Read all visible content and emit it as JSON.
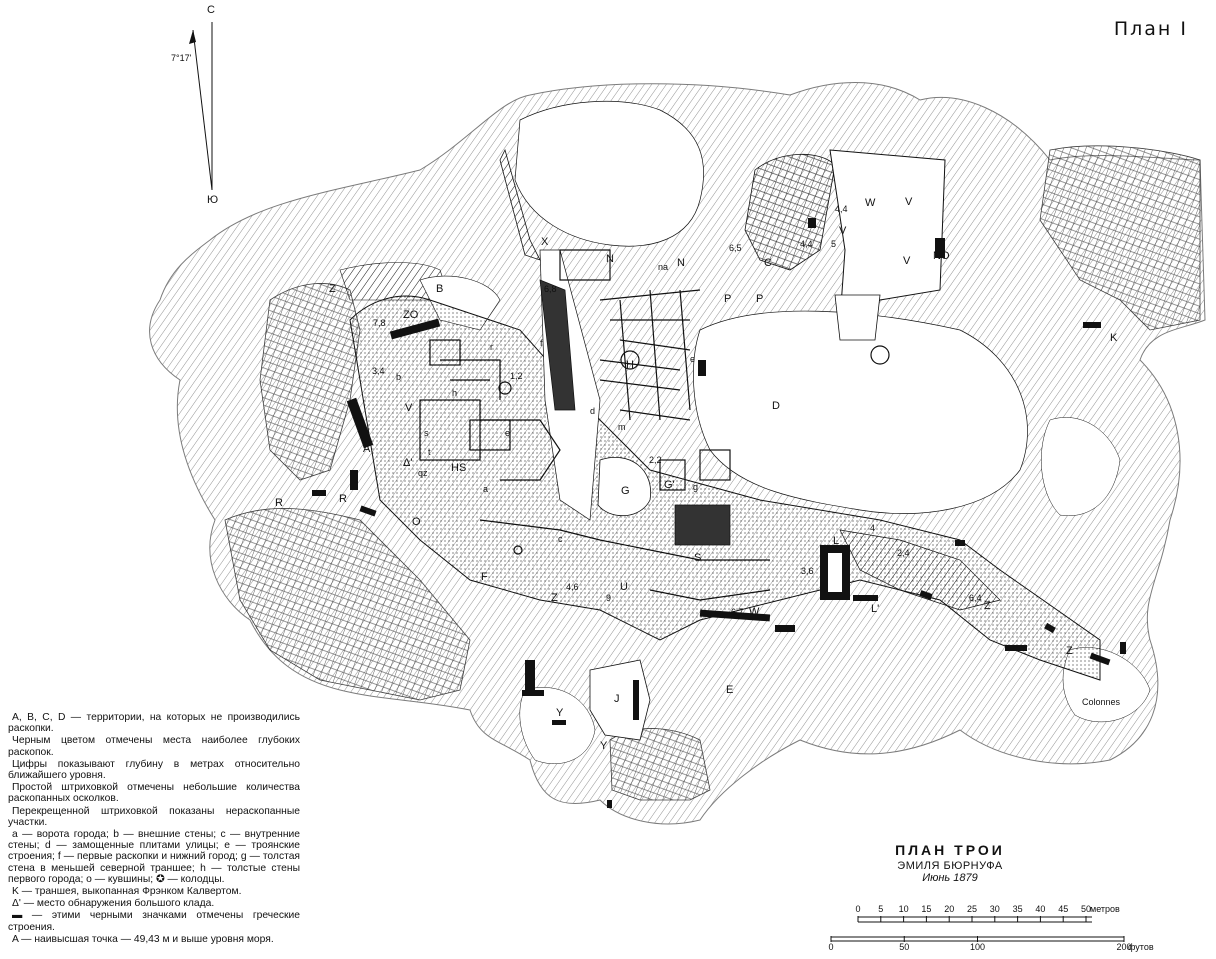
{
  "plate": {
    "label": "План I"
  },
  "compass": {
    "north": "С",
    "south": "Ю",
    "declination": "7°17'"
  },
  "title_block": {
    "title": "ПЛАН ТРОИ",
    "author": "ЭМИЛЯ БЮРНУФА",
    "date": "Июнь 1879"
  },
  "legend": [
    "A, B, C, D — территории, на которых не производились раскопки.",
    "Черным цветом отмечены места наиболее глубоких раскопок.",
    "Цифры показывают глубину в метрах относительно ближайшего уровня.",
    "Простой штриховкой отмечены небольшие количества раскопанных осколков.",
    "Перекрещенной штриховкой показаны нераскопанные участки.",
    "a — ворота города; b — внешние стены; c — внутренние стены; d — замощенные плитами улицы; e — троянские строения; f — первые раскопки и нижний город; g — толстая стена в меньшей северной траншее; h — толстые стены первого города; o — кувшины; ✪ — колодцы.",
    "K — траншея, выкопанная Фрэнком Калвертом.",
    "Δ' — место обнаружения большого клада.",
    "▬ — этими черными значками отмечены греческие строения.",
    "A — наивысшая точка — 49,43 м и выше уровня моря."
  ],
  "scale": {
    "meters_ticks": [
      "0",
      "5",
      "10",
      "15",
      "20",
      "25",
      "30",
      "35",
      "40",
      "45",
      "50"
    ],
    "meters_unit": "метров",
    "feet_ticks": [
      "0",
      "50",
      "100",
      "200"
    ],
    "feet_unit": "футов"
  },
  "map_labels": [
    {
      "text": "A"
    },
    {
      "text": "B"
    },
    {
      "text": "C"
    },
    {
      "text": "D"
    },
    {
      "text": "E"
    },
    {
      "text": "F"
    },
    {
      "text": "G"
    },
    {
      "text": "G'"
    },
    {
      "text": "H"
    },
    {
      "text": "HS"
    },
    {
      "text": "J"
    },
    {
      "text": "K"
    },
    {
      "text": "L"
    },
    {
      "text": "L'"
    },
    {
      "text": "N"
    },
    {
      "text": "N"
    },
    {
      "text": "na"
    },
    {
      "text": "NO"
    },
    {
      "text": "O"
    },
    {
      "text": "P"
    },
    {
      "text": "P"
    },
    {
      "text": "R"
    },
    {
      "text": "R"
    },
    {
      "text": "S"
    },
    {
      "text": "U"
    },
    {
      "text": "V"
    },
    {
      "text": "V"
    },
    {
      "text": "V"
    },
    {
      "text": "V"
    },
    {
      "text": "W"
    },
    {
      "text": "W"
    },
    {
      "text": "X"
    },
    {
      "text": "Y"
    },
    {
      "text": "Y"
    },
    {
      "text": "Z"
    },
    {
      "text": "Z"
    },
    {
      "text": "Z"
    },
    {
      "text": "Z"
    },
    {
      "text": "ZO"
    },
    {
      "text": "Colonnes"
    },
    {
      "text": "qz"
    },
    {
      "text": "Δ'"
    },
    {
      "text": "7,8"
    },
    {
      "text": "3,4"
    },
    {
      "text": "6,8"
    },
    {
      "text": "6,5"
    },
    {
      "text": "4,4"
    },
    {
      "text": "4,4"
    },
    {
      "text": "5"
    },
    {
      "text": "4,6"
    },
    {
      "text": "6,7"
    },
    {
      "text": "3,6"
    },
    {
      "text": "2,4"
    },
    {
      "text": "6,4"
    },
    {
      "text": "4"
    },
    {
      "text": "9"
    },
    {
      "text": "1,2"
    },
    {
      "text": "2,2"
    },
    {
      "text": "a"
    },
    {
      "text": "b"
    },
    {
      "text": "c"
    },
    {
      "text": "d"
    },
    {
      "text": "e"
    },
    {
      "text": "e"
    },
    {
      "text": "f"
    },
    {
      "text": "g"
    },
    {
      "text": "h"
    },
    {
      "text": "r"
    },
    {
      "text": "s"
    },
    {
      "text": "t"
    },
    {
      "text": "m"
    }
  ],
  "colors": {
    "ink": "#111111",
    "paper": "#ffffff"
  }
}
